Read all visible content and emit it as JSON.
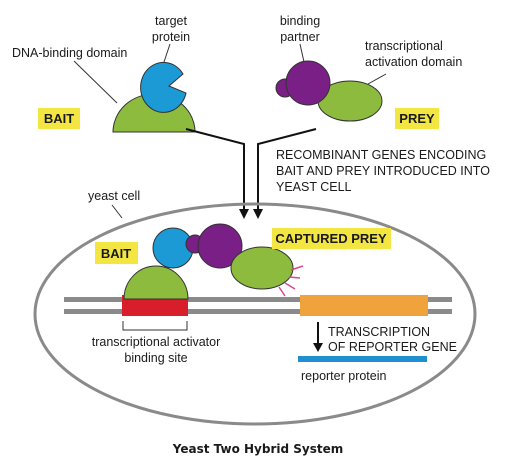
{
  "labels": {
    "target_protein_1": "target",
    "target_protein_2": "protein",
    "dna_binding_domain": "DNA-binding domain",
    "binding_partner_1": "binding",
    "binding_partner_2": "partner",
    "activation_domain_1": "transcriptional",
    "activation_domain_2": "activation domain",
    "bait_top": "BAIT",
    "prey_top": "PREY",
    "recombinant_1": "RECOMBINANT GENES ENCODING",
    "recombinant_2": "BAIT AND PREY INTRODUCED INTO",
    "recombinant_3": "YEAST CELL",
    "yeast_cell": "yeast cell",
    "bait_inner": "BAIT",
    "captured_prey": "CAPTURED PREY",
    "activator_site_1": "transcriptional activator",
    "activator_site_2": "binding site",
    "transcription_1": "TRANSCRIPTION",
    "transcription_2": "OF REPORTER GENE",
    "reporter_protein": "reporter protein"
  },
  "title": "Yeast Two Hybrid System",
  "colors": {
    "dna_binding_domain": "#8dbb3e",
    "target_protein": "#1b9ad6",
    "binding_partner": "#7a1f86",
    "activation_domain": "#8dbb3e",
    "tag_background": "#f3e642",
    "activator_site": "#d81e2a",
    "reporter_gene": "#f0a23c",
    "reporter_protein": "#1f8fcf",
    "dna_strand": "#8a8a8a",
    "cell_outline": "#8a8a8a",
    "signal_lines": "#e0458f"
  }
}
